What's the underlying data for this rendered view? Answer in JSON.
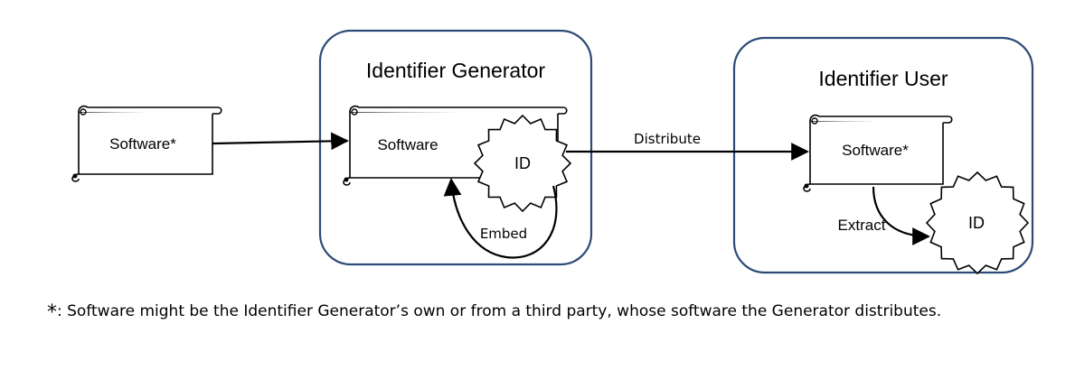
{
  "diagram": {
    "input_scroll": {
      "label": "Software*"
    },
    "generator": {
      "title": "Identifier Generator",
      "scroll_label": "Software",
      "id_badge": "ID",
      "loop_label": "Embed"
    },
    "flow": {
      "distribute_label": "Distribute"
    },
    "user": {
      "title": "Identifier User",
      "scroll_label": "Software*",
      "extract_label": "Extract",
      "id_badge": "ID"
    },
    "colors": {
      "box_border": "#2e4b78",
      "line": "#000000"
    }
  },
  "footnote": {
    "marker": "*",
    "text": ": Software might be the Identifier Generator’s own or from a third party, whose software the Generator distributes."
  }
}
